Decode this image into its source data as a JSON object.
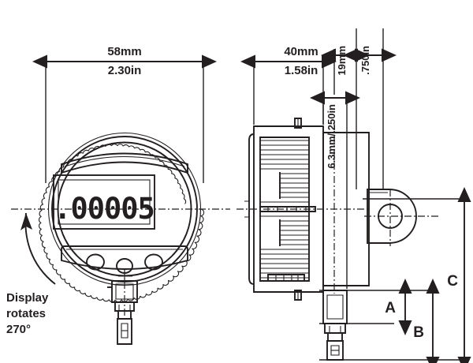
{
  "drawing": {
    "title": "Digital Indicator Dimensional Drawing",
    "line_color": "#231f20",
    "background": "#ffffff"
  },
  "dimensions": {
    "width_mm": "58mm",
    "width_in": "2.30in",
    "depth_mm": "40mm",
    "depth_in": "1.58in",
    "stem_dia": "6.3mm/.250in",
    "lug_thickness": "19mm",
    "lug_offset": ".750in"
  },
  "labels": {
    "a": "A",
    "b": "B",
    "c": "C"
  },
  "note": {
    "line1": "Display",
    "line2": "rotates",
    "line3": "270°"
  },
  "display": {
    "reading": ".00005"
  },
  "icons": {
    "rotation_arrow": "curved-rotation-arrow-icon",
    "dimension_arrow": "dimension-arrow-icon",
    "center_mark": "center-mark-icon",
    "mounting_hole": "mounting-hole-icon"
  }
}
